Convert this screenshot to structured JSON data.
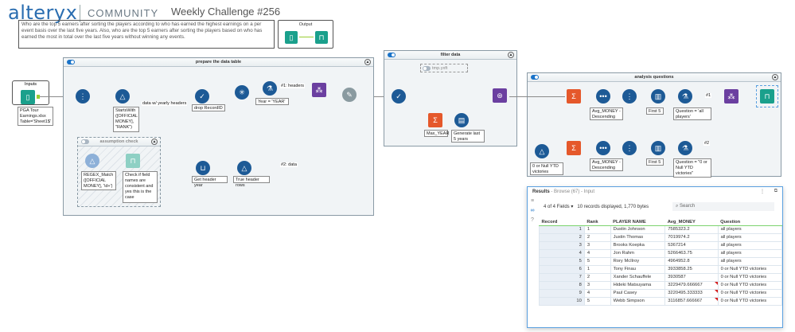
{
  "header": {
    "logo": "alteryx",
    "community": "COMMUNITY",
    "challenge_title": "Weekly Challenge #256",
    "description": "Who are the top 5 earners after sorting the players according to who has earned the highest earnings on a per event basis over the last five years. Also, who are the top 5 earners after sorting the players based on who has earned the most in total over the last five years without winning any events.",
    "output_box_title": "Output"
  },
  "inputs": {
    "title": "Inputs",
    "tool_note": "PGA Tour Earnings.xlsx Table='Sheet1$'"
  },
  "containers": {
    "prepare": {
      "title": "prepare the data table",
      "notes": {
        "starts_with": "StartsWith ([OFFICIAL MONEY], \"RANK\")",
        "drop_record": "drop RecordID",
        "year_formula": "Year = 'YEAR'",
        "get_header_year": "Get header year",
        "true_header_rows": "True header rows"
      },
      "labels": {
        "data_yearly": "data w/ yearly headers",
        "headers": "#1: headers",
        "data": "#2: data"
      }
    },
    "assumption": {
      "title": "assumption check",
      "notes": {
        "regex": "REGEX_Match ([OFFICIAL MONEY], '\\d+')",
        "check": "Check if field names are consistent and yes this is the case"
      }
    },
    "filter": {
      "title": "filter data",
      "tmp": "tmp.yxft",
      "notes": {
        "max_year": "Max_YEAR",
        "generate": "Generate last 5 years"
      }
    },
    "analysis": {
      "title": "analysis questions",
      "notes": {
        "sort1": "Avg_MONEY - Descending",
        "first1": "First 5",
        "q1": "Question = 'all players'",
        "filter_null": "0 or Null YTD victories",
        "sort2": "Avg_MONEY - Descending",
        "first2": "First 5",
        "q2": "Question = \"0 or Null YTD victories\""
      },
      "labels": {
        "u1": "#1",
        "u2": "#2"
      }
    }
  },
  "results": {
    "title": "Results",
    "subtitle": " - Browse (67) - Input",
    "fields": "4 of 4 Fields",
    "summary": "10 records displayed, 1,770 bytes",
    "search_placeholder": "Search",
    "columns": [
      "Record",
      "Rank",
      "PLAYER NAME",
      "Avg_MONEY",
      "Question"
    ],
    "rows": [
      [
        "1",
        "1",
        "Dustin Johnson",
        "7585323.2",
        "all players",
        false
      ],
      [
        "2",
        "2",
        "Justin Thomas",
        "7019974.2",
        "all players",
        false
      ],
      [
        "3",
        "3",
        "Brooks Koepka",
        "5367214",
        "all players",
        false
      ],
      [
        "4",
        "4",
        "Jon Rahm",
        "5266463.75",
        "all players",
        false
      ],
      [
        "5",
        "5",
        "Rory McIlroy",
        "4964952.8",
        "all players",
        false
      ],
      [
        "6",
        "1",
        "Tony Finau",
        "3933858.25",
        "0 or Null YTD victories",
        false
      ],
      [
        "7",
        "2",
        "Xander Schauffele",
        "3930587",
        "0 or Null YTD victories",
        false
      ],
      [
        "8",
        "3",
        "Hideki Matsuyama",
        "3229479.666667",
        "0 or Null YTD victories",
        true
      ],
      [
        "9",
        "4",
        "Paul Casey",
        "3220495.333333",
        "0 or Null YTD victories",
        true
      ],
      [
        "10",
        "5",
        "Webb Simpson",
        "3116857.666667",
        "0 or Null YTD victories",
        true
      ]
    ]
  }
}
